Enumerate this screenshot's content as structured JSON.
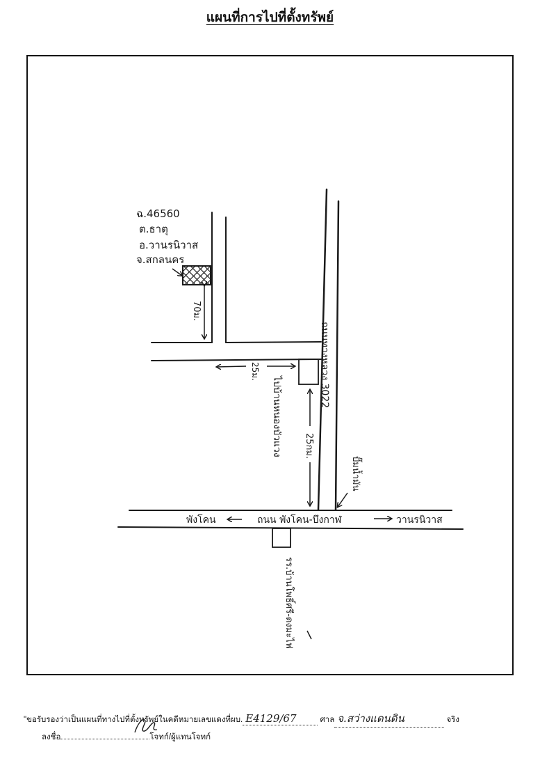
{
  "title": "แผนที่การไปที่ตั้งทรัพย์",
  "map": {
    "property_label": [
      "ฉ.46560",
      "ต.ธาตุ",
      "อ.วานรนิวาส",
      "จ.สกลนคร"
    ],
    "dist_70m": "70ม.",
    "dist_25m_horizontal": "25ม.",
    "dist_25km_vertical": "25กม.",
    "road_main_vertical": "ถนนทางหลวง 3022",
    "road_branch": "ไปบ้านหนองบัวแวง",
    "road_horizontal": "ถนน พังโคน-บึงกาฬ",
    "dir_left": "พังโคน",
    "dir_right": "วานรนิวาส",
    "landmark_gas_station": "ปั๊มน้ำมัน",
    "landmark_school": "รร.บ้านโพธิ์ศรี-ดงมะไฟ"
  },
  "footer": {
    "certify_prefix": "\"ขอรับรองว่าเป็นแผนที่ทางไปที่ตั้งทรัพย์ในคดีหมายเลขแดงที่ผบ.",
    "case_number": "E4129/67",
    "court_label": "ศาล",
    "court_name": "จ.สว่างแดนดิน",
    "certify_suffix": "จริง",
    "sign_label": "ลงชื่อ",
    "sign_role": "โจทก์/ผู้แทนโจทก์"
  },
  "colors": {
    "ink": "#1a1a1a",
    "paper": "#ffffff"
  }
}
